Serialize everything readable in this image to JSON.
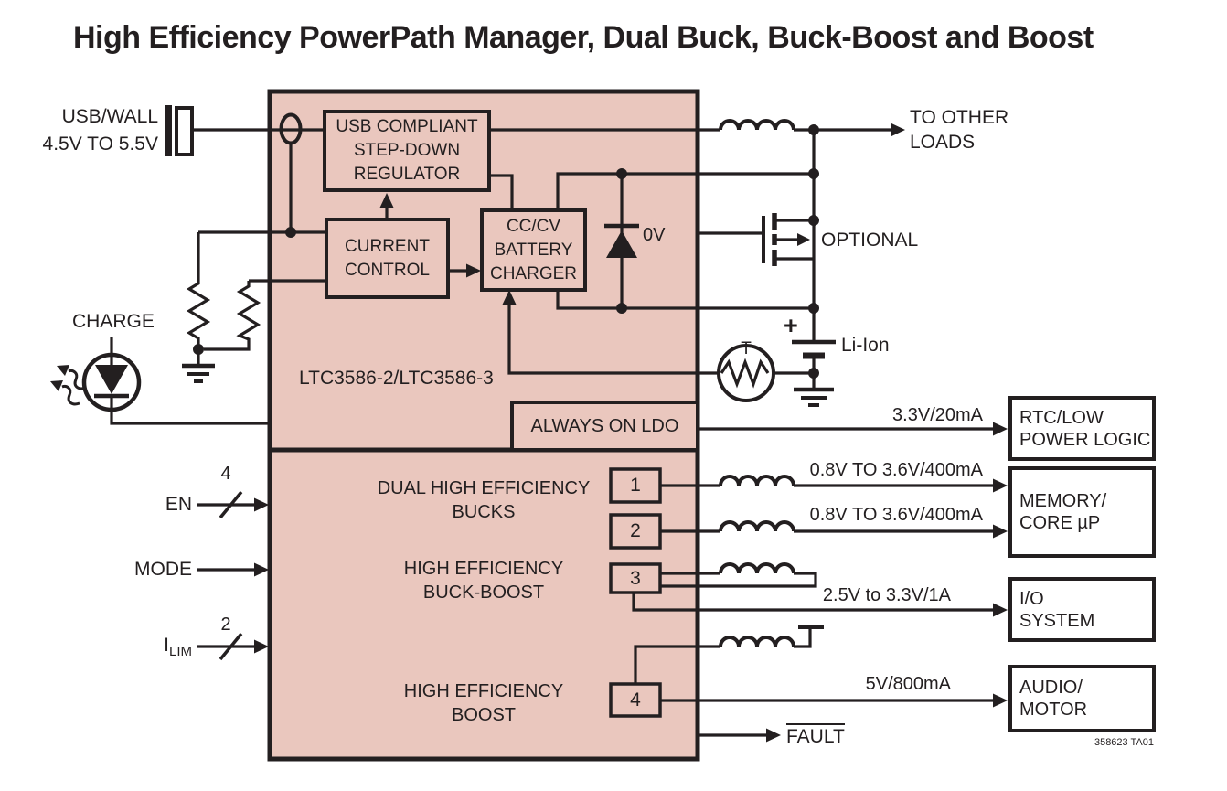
{
  "title": "High Efficiency PowerPath Manager, Dual Buck, Buck-Boost and Boost",
  "footnote": "358623 TA01",
  "colors": {
    "ic_fill": "#EAC7BE",
    "line_color": "#231F20",
    "background": "#FFFFFF"
  },
  "ic": {
    "part_number": "LTC3586-2/LTC3586-3",
    "usb_regulator": [
      "USB COMPLIANT",
      "STEP-DOWN",
      "REGULATOR"
    ],
    "current_control": [
      "CURRENT",
      "CONTROL"
    ],
    "battery_charger": [
      "CC/CV",
      "BATTERY",
      "CHARGER"
    ],
    "always_on_ldo": "ALWAYS ON LDO",
    "dual_bucks": [
      "DUAL HIGH EFFICIENCY",
      "BUCKS"
    ],
    "buck_boost": [
      "HIGH EFFICIENCY",
      "BUCK-BOOST"
    ],
    "boost": [
      "HIGH EFFICIENCY",
      "BOOST"
    ],
    "pins": [
      "1",
      "2",
      "3",
      "4"
    ]
  },
  "left": {
    "usb_wall": [
      "USB/WALL",
      "4.5V TO 5.5V"
    ],
    "charge": "CHARGE",
    "en": {
      "label": "EN",
      "bus": "4"
    },
    "mode": {
      "label": "MODE"
    },
    "ilim": {
      "base": "I",
      "sub": "LIM",
      "bus": "2"
    }
  },
  "right": {
    "to_other_loads": [
      "TO OTHER",
      "LOADS"
    ],
    "optional": "OPTIONAL",
    "ideal_diode": "0V",
    "battery_plus": "+",
    "battery": "Li-Ion",
    "thermistor": "T",
    "fault": "FAULT"
  },
  "outputs": {
    "ldo": {
      "value": "3.3V/20mA",
      "load": [
        "RTC/LOW",
        "POWER LOGIC"
      ]
    },
    "buck1": {
      "value": "0.8V TO 3.6V/400mA"
    },
    "buck2": {
      "value": "0.8V TO 3.6V/400mA"
    },
    "memory_load": [
      "MEMORY/",
      "CORE µP"
    ],
    "buck_boost": {
      "value": "2.5V to 3.3V/1A",
      "load": [
        "I/O",
        "SYSTEM"
      ]
    },
    "boost": {
      "value": "5V/800mA",
      "load": [
        "AUDIO/",
        "MOTOR"
      ]
    }
  }
}
